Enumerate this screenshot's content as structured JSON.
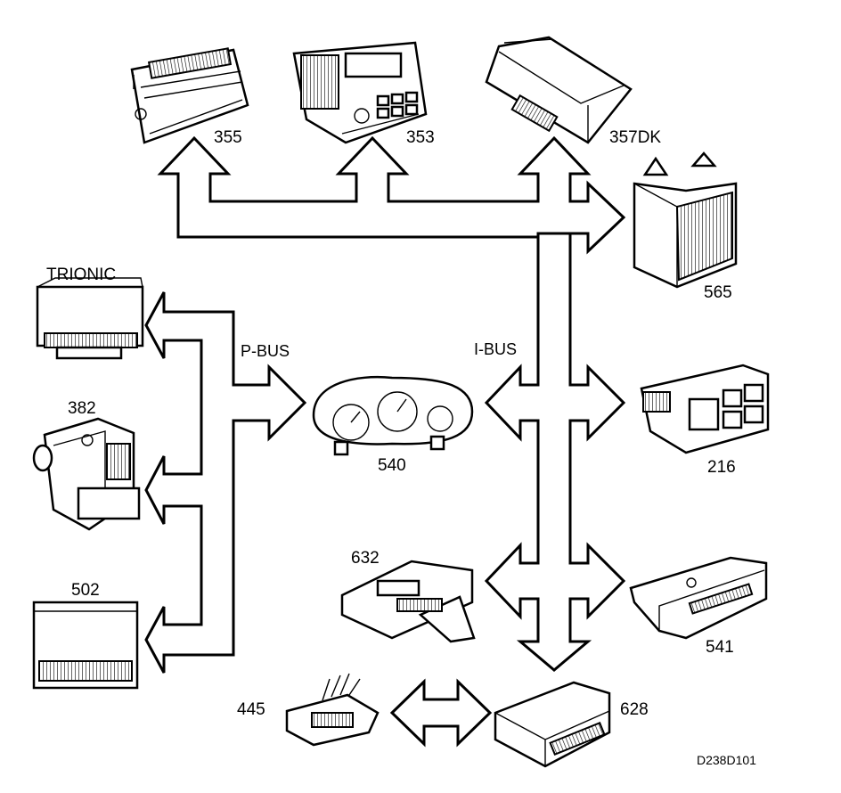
{
  "diagram": {
    "buses": {
      "p_bus": "P-BUS",
      "i_bus": "I-BUS"
    },
    "modules": {
      "m355": "355",
      "m353": "353",
      "m357dk": "357DK",
      "m565": "565",
      "trionic": "TRIONIC",
      "m382": "382",
      "m502": "502",
      "m540": "540",
      "m216": "216",
      "m632": "632",
      "m541": "541",
      "m445": "445",
      "m628": "628"
    },
    "figure_ref": "D238D101"
  }
}
